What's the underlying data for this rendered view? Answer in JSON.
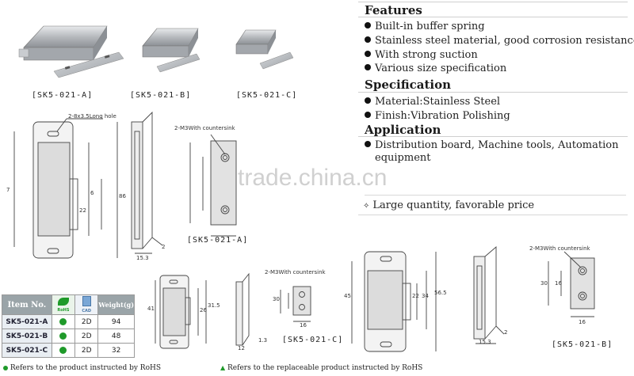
{
  "features": {
    "heading": "Features",
    "items": [
      "Built-in buffer spring",
      "Stainless steel material, good corrosion resistance",
      "With strong suction",
      "Various size specification"
    ]
  },
  "specification": {
    "heading": "Specification",
    "items": [
      "Material:Stainless Steel",
      "Finish:Vibration Polishing"
    ]
  },
  "application": {
    "heading": "Application",
    "items": [
      "Distribution board, Machine tools, Automation",
      "equipment"
    ]
  },
  "price_note": "Large quantity, favorable price",
  "watermark": "trade.china.cn",
  "photos": {
    "captions": [
      "[SK5-021-A]",
      "[SK5-021-B]",
      "[SK5-021-C]"
    ]
  },
  "drawing_a": {
    "hole_note": "2-8x3.5Long hole",
    "dims": [
      "7",
      "6",
      "86",
      "22",
      "15.3",
      "2"
    ],
    "plate_note": "2-M3With countersink",
    "caption": "[SK5-021-A]"
  },
  "drawing_c": {
    "dims": [
      "41",
      "26",
      "31.5",
      "12",
      "1.3",
      "30",
      "16"
    ],
    "plate_note": "2-M3With countersink",
    "caption": "[SK5-021-C]"
  },
  "drawing_b": {
    "dims": [
      "45",
      "22",
      "34",
      "56.5",
      "15.3",
      "2",
      "30",
      "16",
      "16"
    ],
    "plate_note": "2-M3With countersink",
    "caption": "[SK5-021-B]"
  },
  "table": {
    "headers": [
      "Item No.",
      "RoHS",
      "CAD",
      "Weight(g)"
    ],
    "rows": [
      {
        "model": "SK5-021-A",
        "cad": "2D",
        "weight": "94"
      },
      {
        "model": "SK5-021-B",
        "cad": "2D",
        "weight": "48"
      },
      {
        "model": "SK5-021-C",
        "cad": "2D",
        "weight": "32"
      }
    ]
  },
  "footnotes": {
    "left": "Refers to the product instructed by RoHS",
    "right": "Refers to the replaceable product instructed by RoHS"
  },
  "colors": {
    "rohs_green": "#1f9a2a",
    "table_header": "#9aa4a8"
  }
}
